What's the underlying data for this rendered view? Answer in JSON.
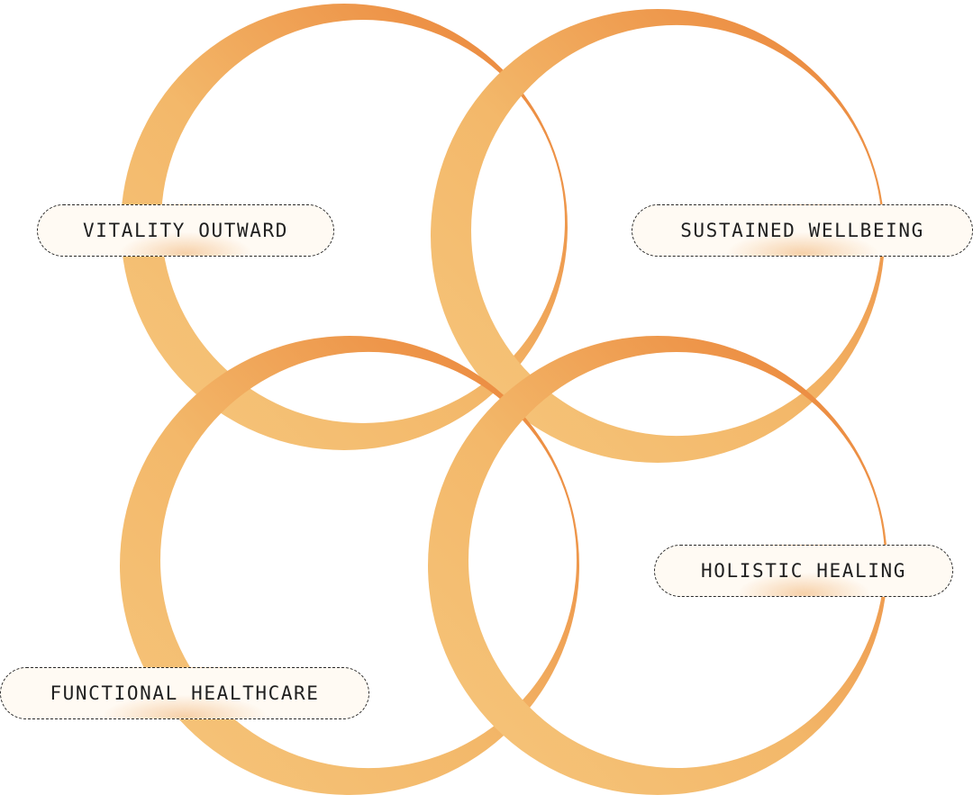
{
  "diagram": {
    "labels": [
      {
        "id": "vitality",
        "text": "VITALITY OUTWARD"
      },
      {
        "id": "sustained",
        "text": "SUSTAINED WELLBEING"
      },
      {
        "id": "holistic",
        "text": "HOLISTIC HEALING"
      },
      {
        "id": "functional",
        "text": "FUNCTIONAL HEALTHCARE"
      }
    ],
    "colors": {
      "ring_light": "#f4bf72",
      "ring_dark": "#ec8a3c",
      "label_border": "#2a2a2a",
      "label_fill": "#fffaf3",
      "label_text": "#1f1f1f",
      "background": "#ffffff"
    }
  }
}
